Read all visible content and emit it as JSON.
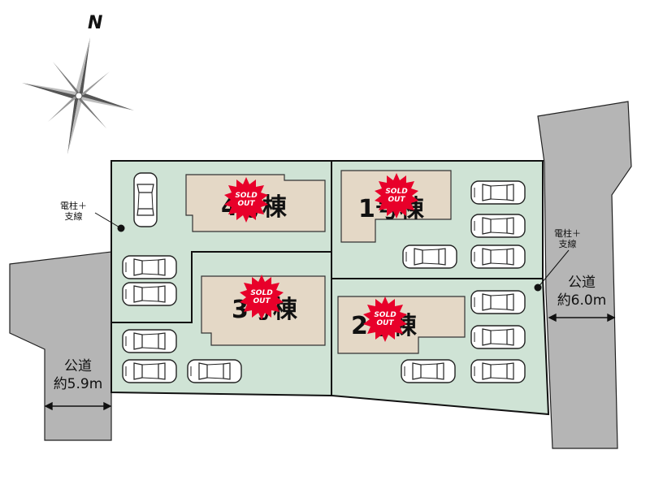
{
  "compass": {
    "north_label": "N",
    "icon": "compass-rose-icon"
  },
  "houses": [
    {
      "id": "4",
      "label": "4号棟",
      "badge_line1": "SOLD",
      "badge_line2": "OUT"
    },
    {
      "id": "1",
      "label": "1号棟",
      "badge_line1": "SOLD",
      "badge_line2": "OUT"
    },
    {
      "id": "3",
      "label": "3号棟",
      "badge_line1": "SOLD",
      "badge_line2": "OUT"
    },
    {
      "id": "2",
      "label": "2号棟",
      "badge_line1": "SOLD",
      "badge_line2": "OUT"
    }
  ],
  "poles": [
    {
      "line1": "電柱＋",
      "line2": "支線"
    },
    {
      "line1": "電柱＋",
      "line2": "支線"
    }
  ],
  "roads": [
    {
      "name": "公道",
      "width": "約5.9m"
    },
    {
      "name": "公道",
      "width": "約6.0m"
    }
  ],
  "colors": {
    "lot": "#cfe3d5",
    "building": "#e4d8c6",
    "road": "#b5b5b5",
    "badge": "#e8002a",
    "line": "#111111"
  }
}
